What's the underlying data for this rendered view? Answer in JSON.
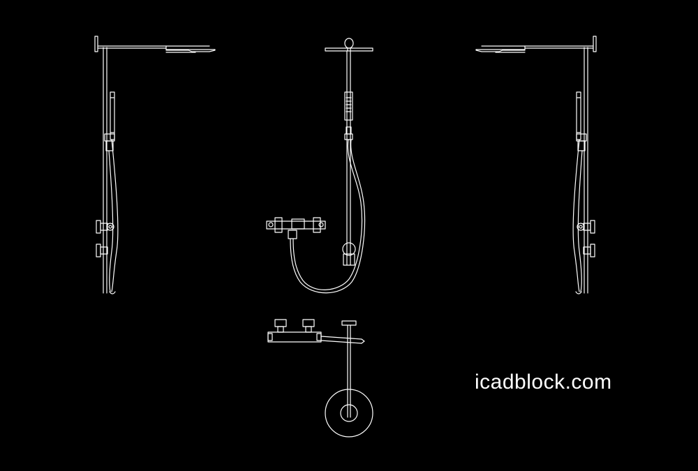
{
  "watermark": {
    "text": "icadblock.com"
  },
  "colors": {
    "background": "#000000",
    "line": "#ffffff"
  },
  "views": [
    {
      "id": "left-side-elevation",
      "icon": "shower-column-side-view"
    },
    {
      "id": "front-elevation",
      "icon": "shower-column-front-view"
    },
    {
      "id": "right-side-elevation",
      "icon": "shower-column-side-view-mirrored"
    },
    {
      "id": "top-plan",
      "icon": "shower-column-plan-view"
    }
  ]
}
